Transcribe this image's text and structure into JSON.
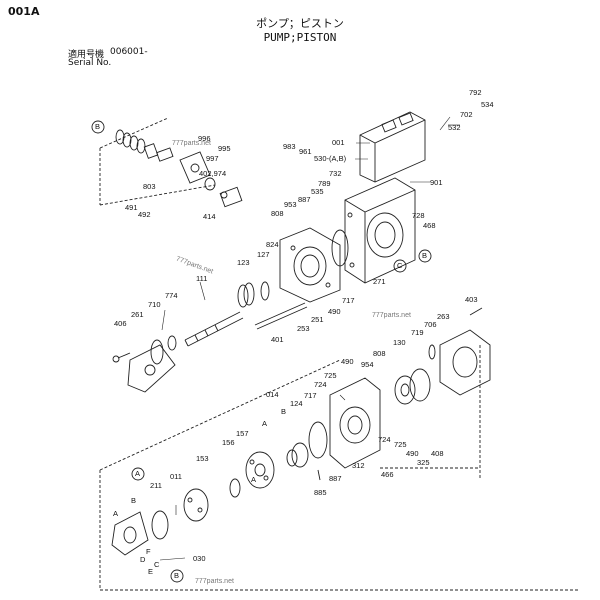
{
  "header": {
    "page_code": "001A",
    "title_jp": "ポンプ；ピストン",
    "title_en": "PUMP;PISTON",
    "serial_label_jp": "適用号機",
    "serial_value": "006001-",
    "serial_label_en": "Serial No."
  },
  "watermarks": [
    "777parts.net",
    "777parts.net",
    "777parts.net",
    "777parts.net"
  ],
  "callouts": {
    "circled": [
      "B",
      "C",
      "B",
      "A",
      "B"
    ],
    "labels": [
      "996",
      "997",
      "995",
      "402,974",
      "803",
      "414",
      "491",
      "492",
      "983",
      "961",
      "001",
      "530-(A,B)",
      "732",
      "789",
      "535",
      "887",
      "953",
      "808",
      "901",
      "792",
      "534",
      "702",
      "532",
      "728",
      "468",
      "271",
      "824",
      "127",
      "123",
      "111",
      "774",
      "710",
      "261",
      "406",
      "401",
      "253",
      "251",
      "490",
      "717",
      "403",
      "263",
      "706",
      "719",
      "130",
      "808",
      "954",
      "490",
      "725",
      "724",
      "014",
      "717",
      "124",
      "157",
      "156",
      "153",
      "885",
      "887",
      "312",
      "724",
      "725",
      "490",
      "325",
      "408",
      "466",
      "011",
      "211",
      "030",
      "B",
      "A",
      "A",
      "A",
      "B",
      "C",
      "F",
      "D",
      "E"
    ]
  }
}
